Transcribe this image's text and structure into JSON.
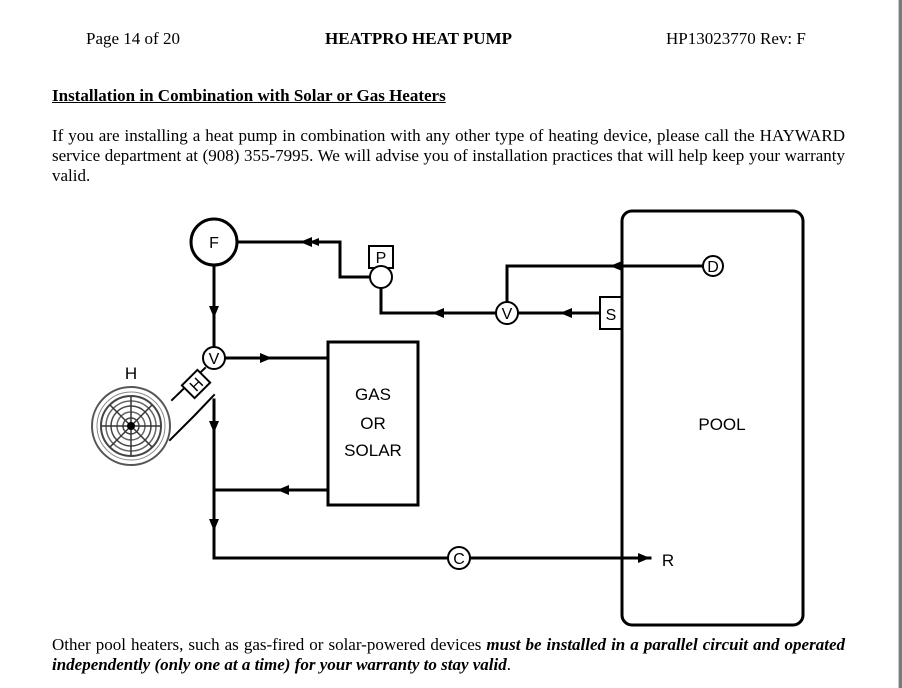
{
  "header": {
    "page": "Page 14 of 20",
    "title": "HEATPRO HEAT PUMP",
    "doc_number": "HP13023770 Rev: F"
  },
  "section_title": "Installation in Combination with Solar or Gas Heaters",
  "intro_text": "If you are installing a heat pump in combination with any other type of heating device, please call the HAYWARD service department at (908) 355-7995. We will advise you of installation practices that will help keep your warranty valid.",
  "diagram": {
    "labels": {
      "filter": "F",
      "pressure": "P",
      "valve_top": "V",
      "valve_left": "V",
      "drain": "D",
      "skimmer": "S",
      "heat_pump": "H",
      "heat_pump_valve": "H",
      "check_valve": "C",
      "return": "R",
      "heater_line1": "GAS",
      "heater_line2": "OR",
      "heater_line3": "SOLAR",
      "pool": "POOL"
    }
  },
  "footer": {
    "text_normal": "Other pool heaters, such as gas-fired or solar-powered devices ",
    "text_emphasis": "must be installed in a parallel circuit and operated independently (only one at a time) for your warranty to stay valid",
    "text_end": "."
  }
}
